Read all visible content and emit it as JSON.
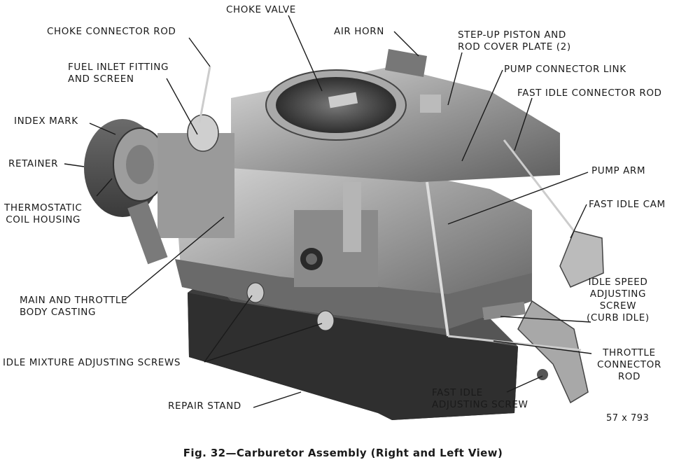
{
  "labels": {
    "choke_valve": "CHOKE VALVE",
    "choke_connector_rod": "CHOKE CONNECTOR ROD",
    "air_horn": "AIR HORN",
    "step_up_piston": [
      "STEP-UP PISTON AND",
      "ROD COVER PLATE (2)"
    ],
    "fuel_inlet": [
      "FUEL INLET FITTING",
      "AND SCREEN"
    ],
    "pump_connector_link": "PUMP CONNECTOR LINK",
    "fast_idle_connector_rod": "FAST IDLE CONNECTOR ROD",
    "index_mark": "INDEX MARK",
    "retainer": "RETAINER",
    "pump_arm": "PUMP ARM",
    "thermostatic_coil": [
      "THERMOSTATIC",
      "COIL HOUSING"
    ],
    "fast_idle_cam": "FAST IDLE CAM",
    "idle_speed_screw": [
      "IDLE SPEED",
      "ADJUSTING",
      "SCREW",
      "(CURB IDLE)"
    ],
    "main_throttle_body": [
      "MAIN AND THROTTLE",
      "BODY CASTING"
    ],
    "throttle_connector_rod": [
      "THROTTLE",
      "CONNECTOR",
      "ROD"
    ],
    "idle_mixture_screws": "IDLE MIXTURE ADJUSTING SCREWS",
    "fast_idle_adjusting_screw": [
      "FAST IDLE",
      "ADJUSTING SCREW"
    ],
    "repair_stand": "REPAIR STAND"
  },
  "figure_number": "57 x 793",
  "caption": "Fig. 32—Carburetor Assembly (Right and Left View)"
}
